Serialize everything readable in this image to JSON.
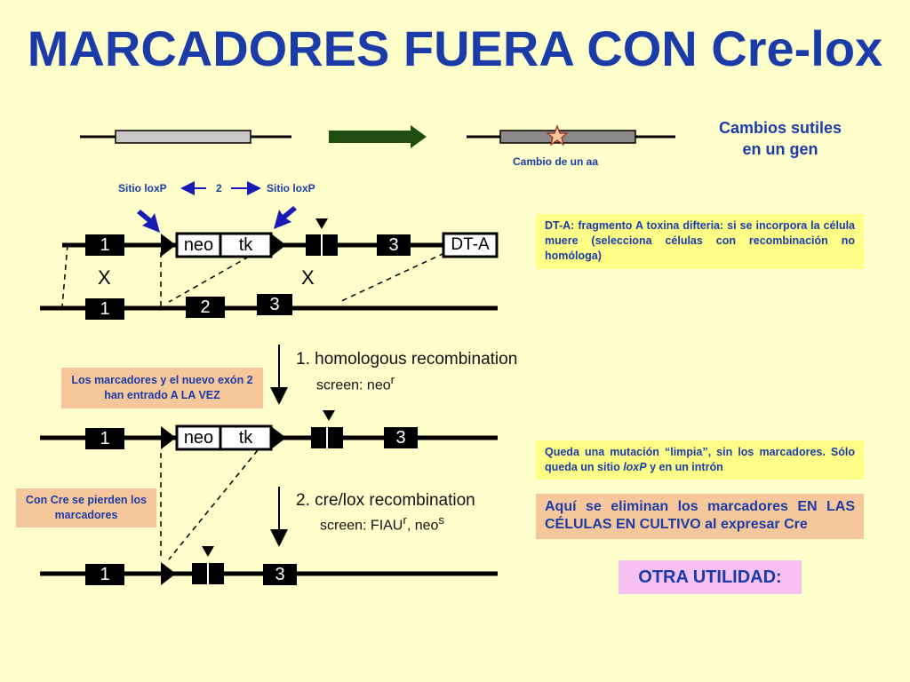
{
  "title": "MARCADORES FUERA CON Cre-lox",
  "top_scheme": {
    "cambios_line1": "Cambios sutiles",
    "cambios_line2": "en un gen",
    "cambio_aa": "Cambio de un aa"
  },
  "loxp": {
    "left_label": "Sitio loxP",
    "middle_label": "2",
    "right_label": "Sitio loxP"
  },
  "construct": {
    "exon1": "1",
    "neo": "neo",
    "tk": "tk",
    "exon3": "3",
    "dta": "DT-A",
    "cross_left": "X",
    "cross_right": "X"
  },
  "genome": {
    "exon1": "1",
    "exon2": "2",
    "exon3": "3"
  },
  "step1": {
    "title": "1. homologous recombination",
    "screen_prefix": "screen: neo",
    "screen_sup": "r"
  },
  "recombined": {
    "exon1": "1",
    "neo": "neo",
    "tk": "tk",
    "exon3": "3"
  },
  "step2": {
    "title": "2. cre/lox recombination",
    "screen_prefix": "screen: FIAU",
    "screen_sup1": "r",
    "screen_mid": ", neo",
    "screen_sup2": "s"
  },
  "final": {
    "exon1": "1",
    "exon3": "3"
  },
  "notes": {
    "dta": "DT-A: fragmento A toxina difteria: si se incorpora la célula muere (selecciona células con recombinación no homóloga)",
    "marcadores": "Los marcadores y el nuevo exón 2 han entrado A LA VEZ",
    "cre": "Con Cre se pierden los marcadores",
    "queda_1": "Queda una mutación “limpia”, sin los marcadores. Sólo queda un sitio ",
    "queda_loxp": "loxP",
    "queda_2": " y en un intrón",
    "aqui": "Aquí se eliminan los marcadores EN LAS CÉLULAS EN CULTIVO al expresar Cre",
    "otra": "OTRA UTILIDAD:"
  },
  "colors": {
    "title_blue": "#1b3ca8",
    "background": "#ffffcc",
    "yellow_box": "#ffff88",
    "orange_box": "#f6c79a",
    "pink_box": "#f6c0f0",
    "green_arrow": "#1e4d12",
    "arrow_blue": "#1a1ab4"
  }
}
